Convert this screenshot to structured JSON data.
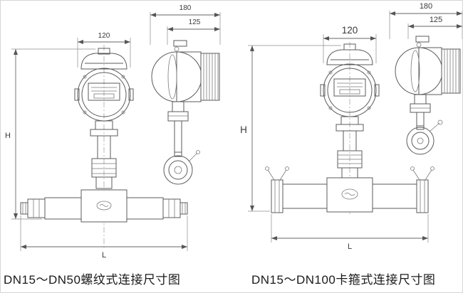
{
  "window": {
    "background": "#ffffff",
    "border_color": "#d6d6d6",
    "line_color": "#5b5b5b"
  },
  "figures": [
    {
      "id": "threaded-connection",
      "caption": "DN15～DN50螺纹式连接尺寸图",
      "dimensions": {
        "head_width": "120",
        "side_overall": "180",
        "side_partial": "125",
        "height": "H",
        "length": "L"
      }
    },
    {
      "id": "clamp-connection",
      "caption": "DN15～DN100卡箍式连接尺寸图",
      "dimensions": {
        "head_width": "120",
        "side_overall": "180",
        "side_partial": "125",
        "height": "H",
        "length": "L"
      }
    }
  ]
}
